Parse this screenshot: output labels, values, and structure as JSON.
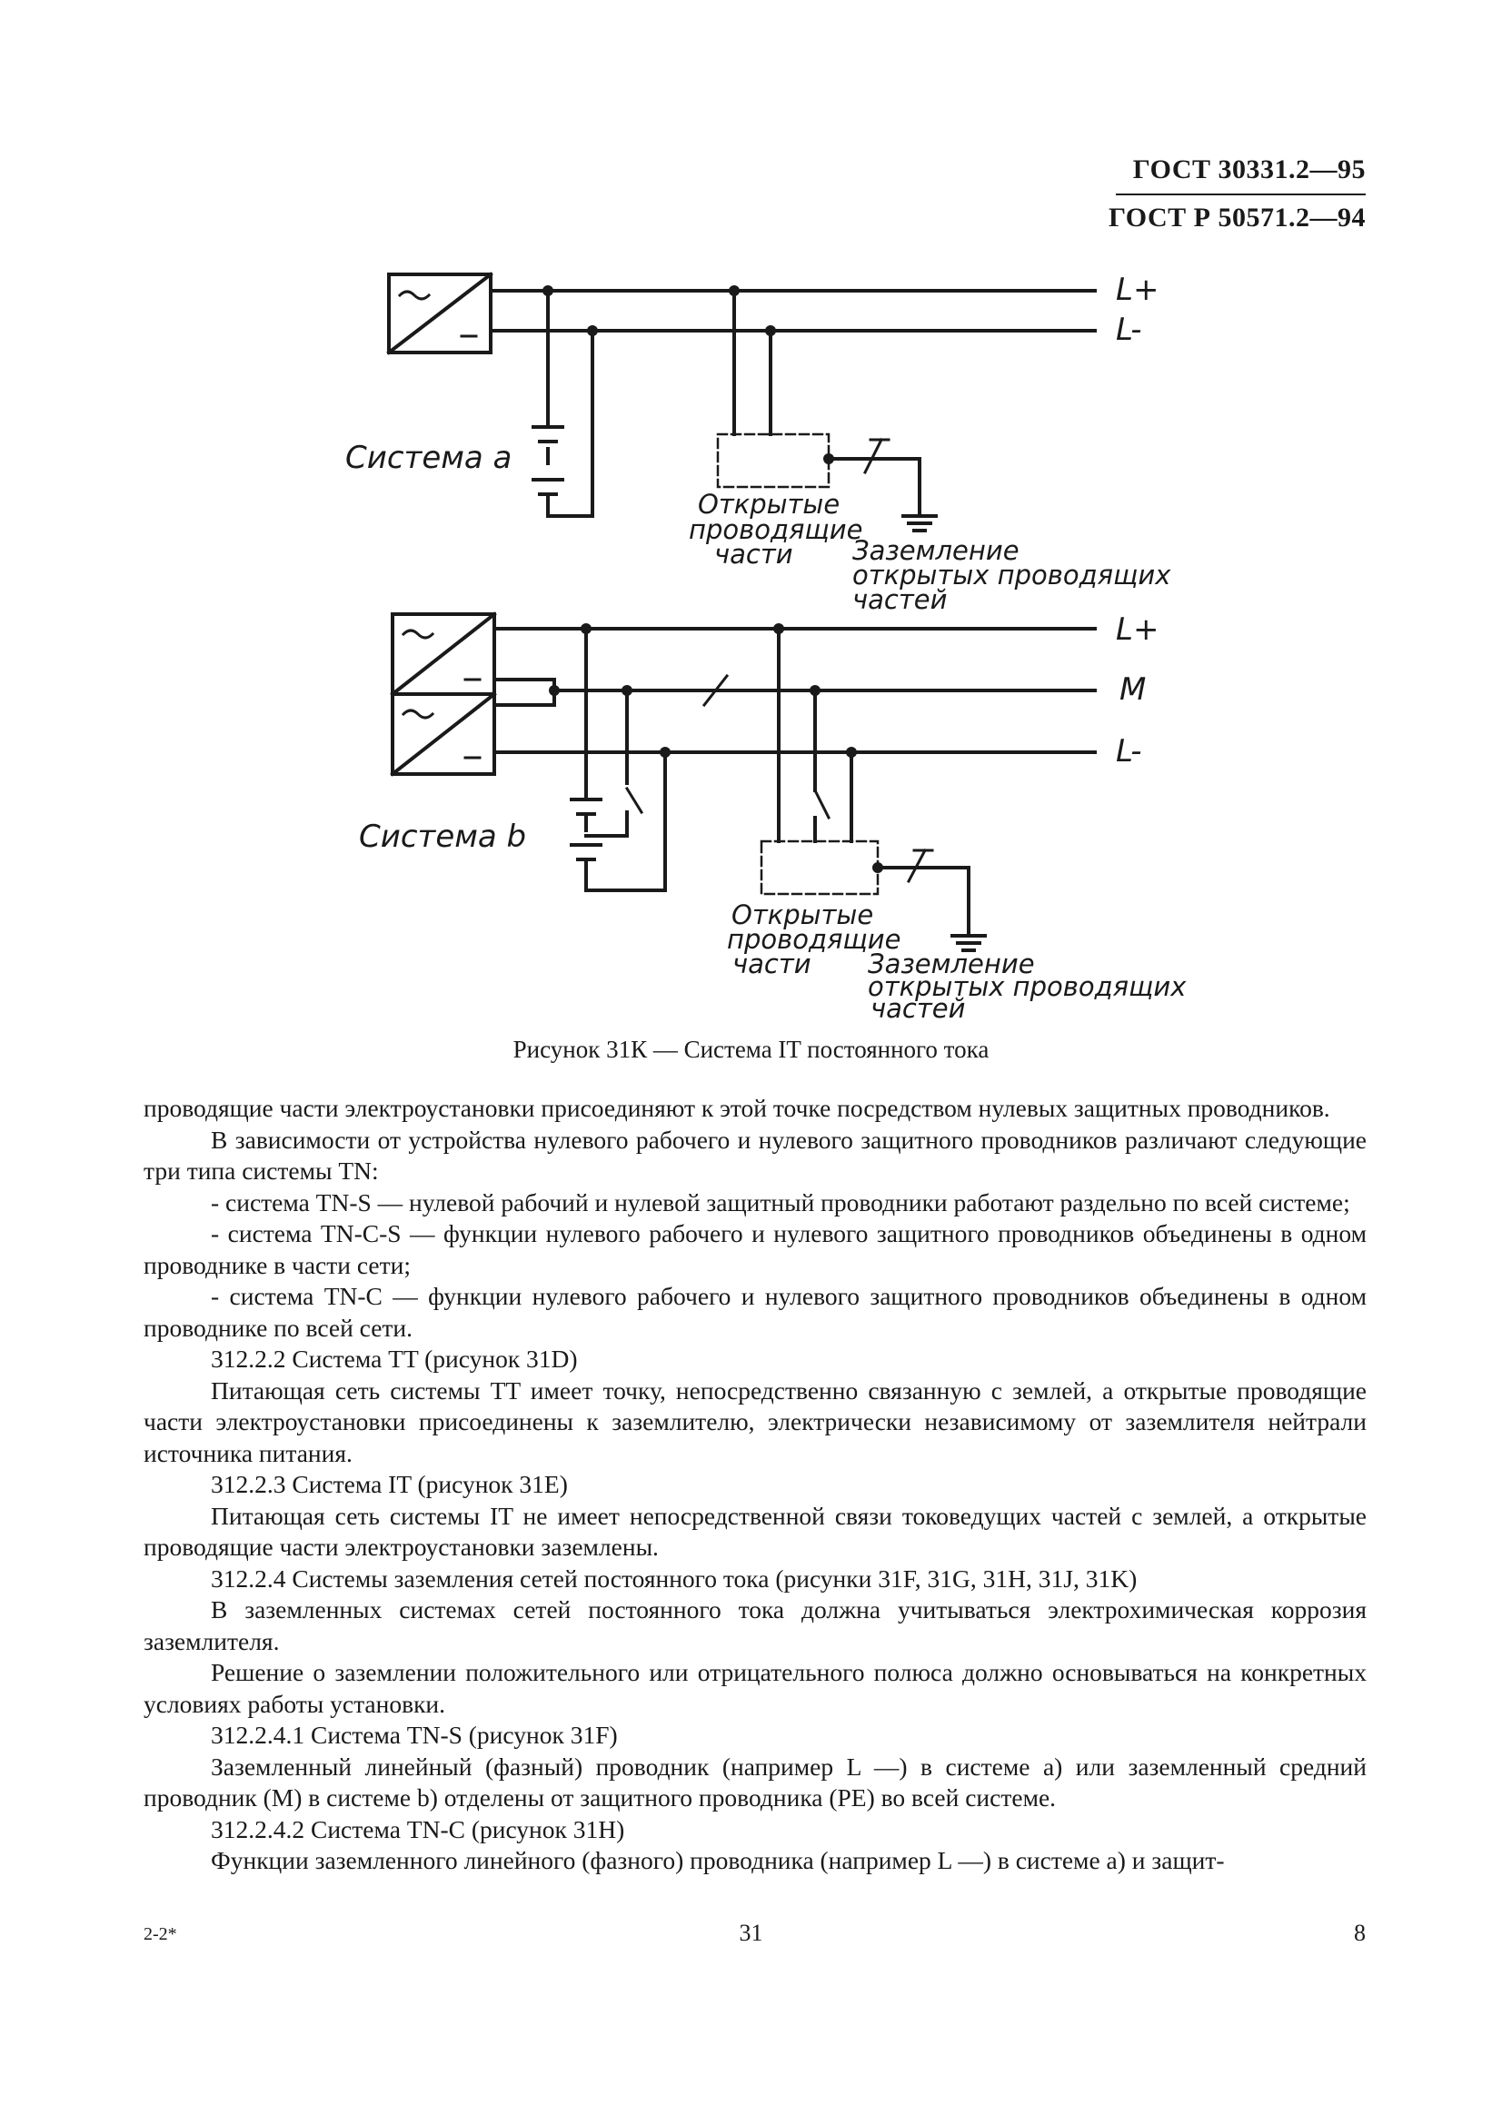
{
  "header": {
    "line1": "ГОСТ 30331.2—95",
    "line2": "ГОСТ Р 50571.2—94"
  },
  "figure": {
    "system_a": {
      "label": "Система a",
      "conductor_pos": "L+",
      "conductor_neg": "L-",
      "exposed_parts": [
        "Открытые",
        "проводящие",
        "части"
      ],
      "earthing": [
        "Заземление",
        "открытых проводящих",
        "частей"
      ]
    },
    "system_b": {
      "label": "Система b",
      "conductor_pos": "L+",
      "conductor_mid": "M",
      "conductor_neg": "L-",
      "exposed_parts": [
        "Открытые",
        "проводящие",
        "части"
      ],
      "earthing": [
        "Заземление",
        "открытых проводящих",
        "частей"
      ]
    },
    "caption": "Рисунок 31К — Система IT постоянного тока"
  },
  "body": {
    "paragraphs": [
      {
        "indent": false,
        "text": "проводящие части электроустановки присоединяют к этой точке посредством нулевых защитных проводников."
      },
      {
        "indent": true,
        "text": "В зависимости от устройства нулевого рабочего и нулевого защитного проводников различают следующие три типа системы TN:"
      },
      {
        "indent": true,
        "text": "- система TN-S — нулевой рабочий и нулевой защитный проводники работают раздельно по всей системе;"
      },
      {
        "indent": true,
        "text": "- система TN-C-S — функции нулевого рабочего и нулевого защитного проводников объединены в одном проводнике в части сети;"
      },
      {
        "indent": true,
        "text": "- система TN-C — функции нулевого рабочего и нулевого защитного проводников объединены в одном проводнике по всей сети."
      },
      {
        "indent": true,
        "text": "312.2.2 Система TT (рисунок 31D)"
      },
      {
        "indent": true,
        "text": "Питающая сеть системы TT имеет точку, непосредственно связанную с землей, а открытые проводящие части электроустановки присоединены к заземлителю, электрически независимому от заземлителя нейтрали источника питания."
      },
      {
        "indent": true,
        "text": "312.2.3 Система IT (рисунок 31E)"
      },
      {
        "indent": true,
        "text": "Питающая сеть системы IT не имеет непосредственной связи токоведущих частей с землей, а открытые проводящие части электроустановки заземлены."
      },
      {
        "indent": true,
        "text": "312.2.4 Системы заземления сетей постоянного тока (рисунки 31F, 31G, 31H, 31J, 31K)"
      },
      {
        "indent": true,
        "text": "В заземленных системах сетей постоянного тока должна учитываться электрохимическая коррозия заземлителя."
      },
      {
        "indent": true,
        "text": "Решение о заземлении положительного или отрицательного полюса должно основываться на конкретных условиях работы установки."
      },
      {
        "indent": true,
        "text": "312.2.4.1 Система TN-S (рисунок 31F)"
      },
      {
        "indent": true,
        "text": "Заземленный линейный (фазный) проводник (например L —) в системе а) или заземленный средний проводник (M) в системе b) отделены от защитного проводника (PE) во всей системе."
      },
      {
        "indent": true,
        "text": "312.2.4.2 Система TN-C (рисунок 31H)"
      },
      {
        "indent": true,
        "text": "Функции заземленного линейного (фазного) проводника (например L —) в системе а) и защит-"
      }
    ]
  },
  "footer": {
    "left": "2-2*",
    "center": "31",
    "right": "8"
  }
}
